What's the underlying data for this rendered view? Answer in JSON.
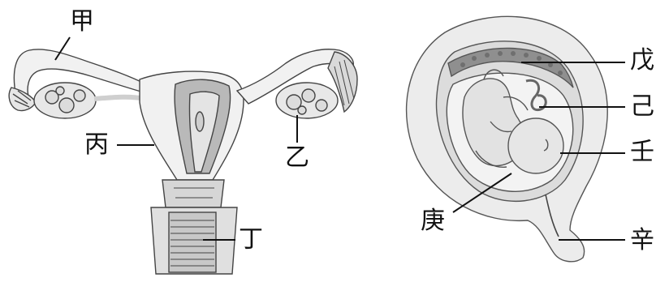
{
  "labels": {
    "jia": "甲",
    "yi": "乙",
    "bing": "丙",
    "ding": "丁",
    "wu": "戊",
    "ji": "己",
    "ren": "壬",
    "geng": "庚",
    "xin": "辛"
  }
}
